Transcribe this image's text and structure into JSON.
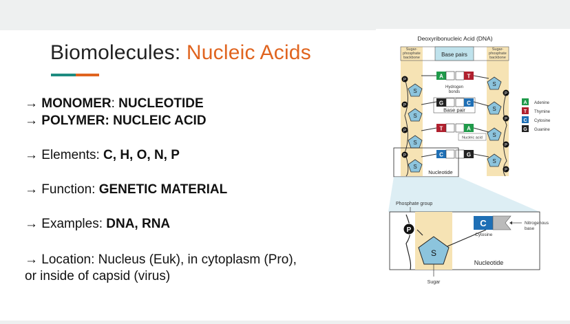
{
  "title": {
    "main": "Biomolecules: ",
    "accent": "Nucleic Acids"
  },
  "colors": {
    "accent": "#e0641f",
    "teal": "#1e8c80",
    "adenine": "#1f9a4a",
    "thymine": "#b0202e",
    "cytosine": "#1e6fb5",
    "guanine": "#222222",
    "backbone": "#f6e3b4",
    "sugar": "#8cc4dd"
  },
  "bullets": {
    "arrow": "→",
    "monomer_label": "MONOMER",
    "monomer_sep": ": ",
    "monomer_value": "NUCLEOTIDE",
    "polymer_text": "POLYMER: NUCLEIC ACID",
    "elements_label": "Elements: ",
    "elements_value": "C, H, O, N, P",
    "function_label": "Function: ",
    "function_value": "GENETIC MATERIAL",
    "examples_label": "Examples: ",
    "examples_value": "DNA, RNA",
    "location_line1": "Location: Nucleus (Euk), in cytoplasm (Pro),",
    "location_line2": "or inside of capsid (virus)"
  },
  "diagram": {
    "title": "Deoxyribonucleic Acid (DNA)",
    "backbone_left": [
      "Sugar-",
      "phosphate",
      "backbone"
    ],
    "backbone_right": [
      "Sugar-",
      "phosphate",
      "backbone"
    ],
    "base_pairs_label": "Base pairs",
    "hydrogen_bonds": [
      "Hydrogen",
      "bonds"
    ],
    "base_pair_label": "Base pair",
    "nucleic_acid_label": "Nucleic acid",
    "nucleotide_label": "Nucleotide",
    "phosphate_symbol": "P",
    "sugar_symbol": "S",
    "bases": {
      "A": "A",
      "T": "T",
      "C": "C",
      "G": "G"
    },
    "legend": [
      {
        "letter": "A",
        "name": "Adenine"
      },
      {
        "letter": "T",
        "name": "Thymine"
      },
      {
        "letter": "C",
        "name": "Cytosine"
      },
      {
        "letter": "G",
        "name": "Guanine"
      }
    ],
    "zoom": {
      "phosphate_group": "Phosphate group",
      "cytosine": "Cytosine",
      "nitrogenous_base": [
        "Nitrogenous",
        "base"
      ],
      "nucleotide": "Nucleotide",
      "sugar": "Sugar"
    }
  }
}
